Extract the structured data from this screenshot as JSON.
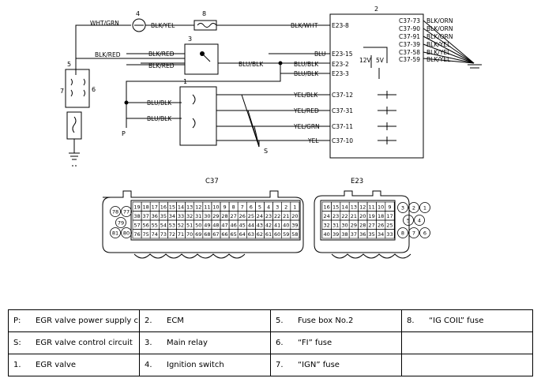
{
  "wire_labels": {
    "wht_grn": "WHT/GRN",
    "blk_yel_top": "BLK/YEL",
    "blk_wht": "BLK/WHT",
    "blk_red_left": "BLK/RED",
    "blk_red_1": "BLK/RED",
    "blk_red_2": "BLK/RED",
    "blu_blk_mid": "BLU/BLK",
    "blu": "BLU",
    "blu_blk_e232": "BLU/BLK",
    "blu_blk_e233": "BLU/BLK",
    "blu_blk_valve1": "BLU/BLK",
    "blu_blk_valve2": "BLU/BLK",
    "yel_blk": "YEL/BLK",
    "yel_red": "YEL/RED",
    "yel_grn": "YEL/GRN",
    "yel": "YEL",
    "gnd_blk_orn1": "BLK/ORN",
    "gnd_blk_orn2": "BLK/ORN",
    "gnd_blk_orn3": "BLK/ORN",
    "gnd_blk_yel1": "BLK/YEL",
    "gnd_blk_yel2": "BLK/YEL",
    "gnd_blk_yel3": "BLK/YEL"
  },
  "terminals": {
    "e23_8": "E23-8",
    "e23_15": "E23-15",
    "e23_2": "E23-2",
    "e23_3": "E23-3",
    "c37_12": "C37-12",
    "c37_31": "C37-31",
    "c37_11": "C37-11",
    "c37_10": "C37-10",
    "c37_73": "C37-73",
    "c37_90": "C37-90",
    "c37_91": "C37-91",
    "c37_39": "C37-39",
    "c37_58": "C37-58",
    "c37_59": "C37-59"
  },
  "voltages": {
    "v12": "12V",
    "v5": "5V"
  },
  "numbers": {
    "n1": "1",
    "n2": "2",
    "n3": "3",
    "n4": "4",
    "n5": "5",
    "n6": "6",
    "n7": "7",
    "n8": "8",
    "p": "P",
    "s": "S"
  },
  "connectors": {
    "c37": {
      "title": "C37",
      "rows": [
        [
          "19",
          "18",
          "17",
          "16",
          "15",
          "14",
          "13",
          "12",
          "11",
          "10",
          "9",
          "8",
          "7",
          "6",
          "5",
          "4",
          "3",
          "2",
          "1"
        ],
        [
          "38",
          "37",
          "36",
          "35",
          "34",
          "33",
          "32",
          "31",
          "30",
          "29",
          "28",
          "27",
          "26",
          "25",
          "24",
          "23",
          "22",
          "21",
          "20"
        ],
        [
          "57",
          "56",
          "55",
          "54",
          "53",
          "52",
          "51",
          "50",
          "49",
          "48",
          "47",
          "46",
          "45",
          "44",
          "43",
          "42",
          "41",
          "40",
          "39"
        ],
        [
          "76",
          "75",
          "74",
          "73",
          "72",
          "71",
          "70",
          "69",
          "68",
          "67",
          "66",
          "65",
          "64",
          "63",
          "62",
          "61",
          "60",
          "59",
          "58"
        ]
      ],
      "circles": [
        "78",
        "77",
        "79",
        "81",
        "80"
      ]
    },
    "e23": {
      "title": "E23",
      "rows": [
        [
          "16",
          "15",
          "14",
          "13",
          "12",
          "11",
          "10",
          "9"
        ],
        [
          "24",
          "23",
          "22",
          "21",
          "20",
          "19",
          "18",
          "17"
        ],
        [
          "32",
          "31",
          "30",
          "29",
          "28",
          "27",
          "26",
          "25"
        ],
        [
          "40",
          "39",
          "38",
          "37",
          "36",
          "35",
          "34",
          "33"
        ]
      ],
      "circles": [
        "3",
        "2",
        "1",
        "5",
        "4",
        "8",
        "7",
        "6"
      ]
    }
  },
  "legend": [
    [
      {
        "key": "P:",
        "text": "EGR valve power supply circuit"
      },
      {
        "key": "2.",
        "text": "ECM"
      },
      {
        "key": "5.",
        "text": "Fuse box No.2"
      },
      {
        "key": "8.",
        "text": "“IG COIL” fuse"
      }
    ],
    [
      {
        "key": "S:",
        "text": "EGR valve control circuit"
      },
      {
        "key": "3.",
        "text": "Main relay"
      },
      {
        "key": "6.",
        "text": "“FI” fuse"
      },
      {
        "key": "",
        "text": ""
      }
    ],
    [
      {
        "key": "1.",
        "text": "EGR valve"
      },
      {
        "key": "4.",
        "text": "Ignition switch"
      },
      {
        "key": "7.",
        "text": "“IGN” fuse"
      },
      {
        "key": "",
        "text": ""
      }
    ]
  ]
}
